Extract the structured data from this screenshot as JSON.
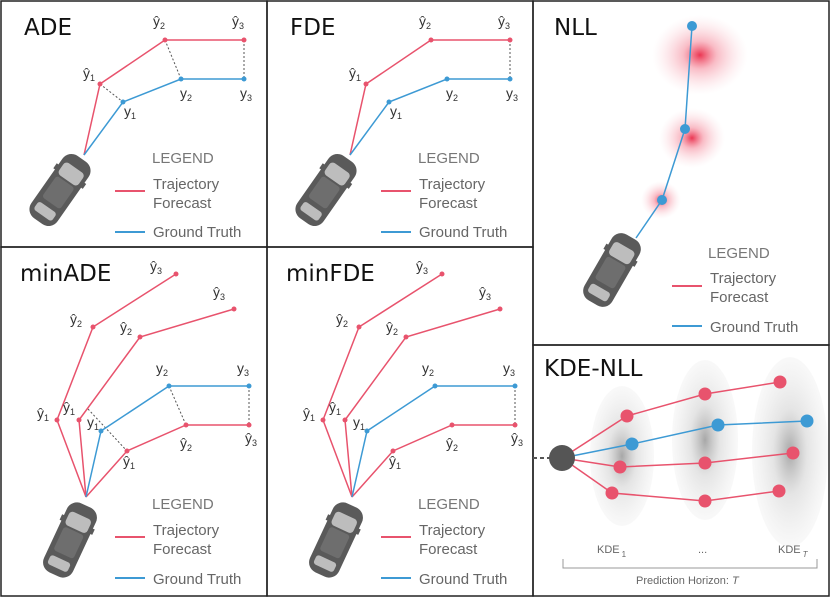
{
  "colors": {
    "forecast": "#e8536d",
    "truth": "#3d9ad4",
    "car": "#5a5a5a",
    "frame": "#222222",
    "dash": "#555555"
  },
  "panels": {
    "ade": {
      "title": "ADE"
    },
    "fde": {
      "title": "FDE"
    },
    "nll": {
      "title": "NLL"
    },
    "minade": {
      "title": "minADE"
    },
    "minfde": {
      "title": "minFDE"
    },
    "kdenll": {
      "title": "KDE-NLL"
    }
  },
  "labels": {
    "yhat": "ŷ",
    "y": "y",
    "one": "1",
    "two": "2",
    "three": "3"
  },
  "legend": {
    "heading": "LEGEND",
    "forecast_line1": "Trajectory",
    "forecast_line2": "Forecast",
    "truth": "Ground Truth"
  },
  "kde": {
    "kde_label": "KDE",
    "kde_first_sub": "1",
    "dots": "...",
    "kde_last_sub": "T",
    "horizon_label": "Prediction Horizon: ",
    "horizon_var": "T"
  }
}
